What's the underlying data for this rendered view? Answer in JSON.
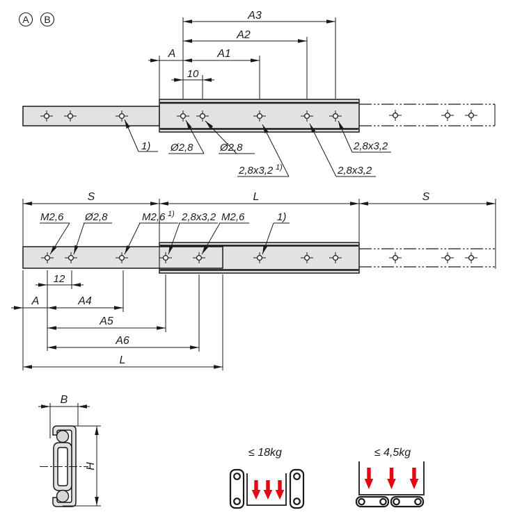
{
  "markers": {
    "a": "A",
    "b": "B"
  },
  "top": {
    "a3": "A3",
    "a2": "A2",
    "a": "A",
    "a1": "A1",
    "ten": "10",
    "note": "1)",
    "dia1": "Ø2,8",
    "dia2": "Ø2,8",
    "slot1": "2,8x3,2",
    "slot1_sup": "1)",
    "slot2": "2,8x3,2",
    "slot3": "2,8x3,2"
  },
  "mid": {
    "s1": "S",
    "l1": "L",
    "s2": "S",
    "m26a": "M2,6",
    "dia": "Ø2,8",
    "m26b": "M2,6",
    "m26b_sup": "1)",
    "slot": "2,8x3,2",
    "m26c": "M2,6",
    "note": "1)",
    "twelve": "12",
    "a": "A",
    "a4": "A4",
    "a5": "A5",
    "a6": "A6",
    "l2": "L"
  },
  "section": {
    "b": "B",
    "h": "H"
  },
  "loads": {
    "vertical": "≤ 18kg",
    "flat": "≤ 4,5kg"
  },
  "colors": {
    "line": "#1a1a1a",
    "rail_fill": "#e2e2e2",
    "ball_fill": "#d8d8d8",
    "load_arrow": "#e30613"
  }
}
